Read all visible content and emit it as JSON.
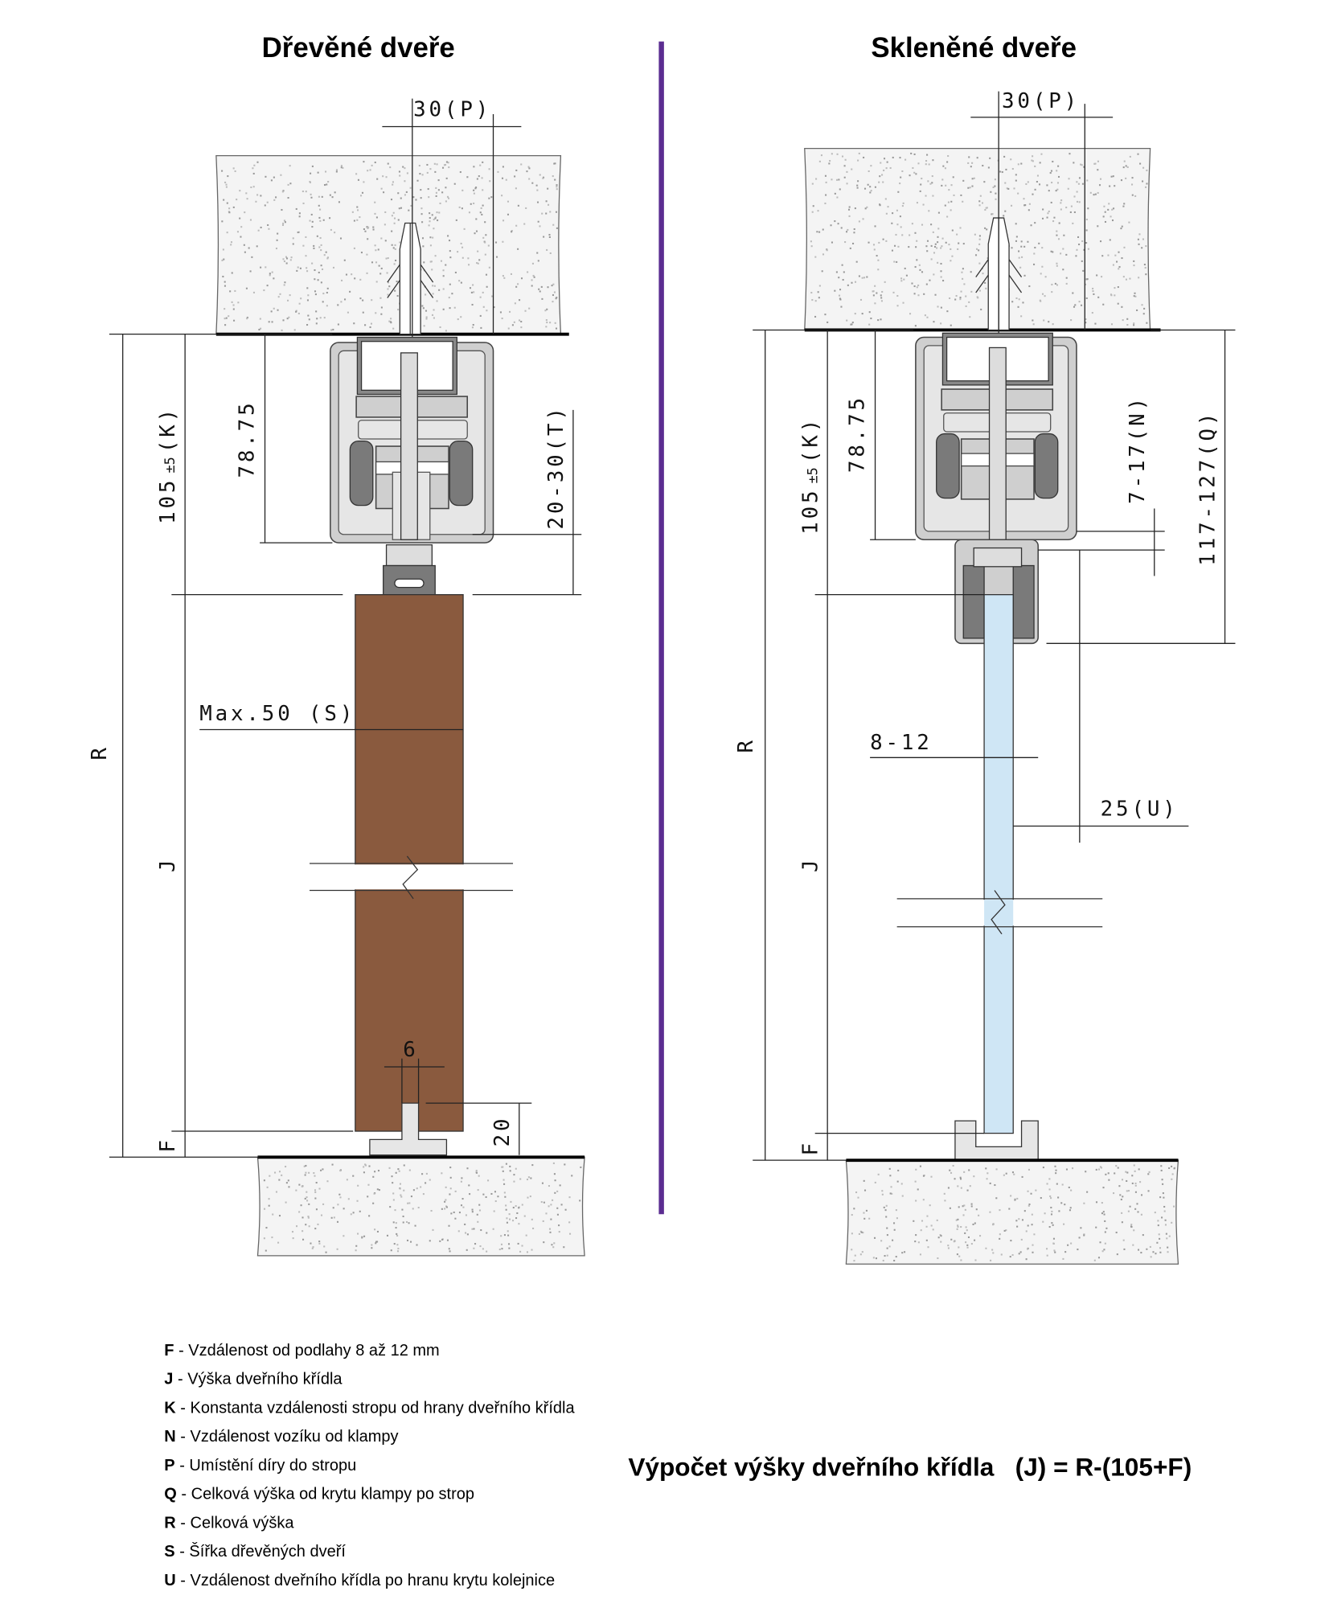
{
  "wood": {
    "title": "Dřevěné dveře",
    "dim_p": "30(P)",
    "dim_k_main": "105",
    "dim_k_tol": "±5",
    "dim_k_label": "(K)",
    "dim_7875": "78.75",
    "dim_t": "20-30(T)",
    "dim_s": "Max.50 (S)",
    "dim_r": "R",
    "dim_j": "J",
    "dim_f": "F",
    "dim_6": "6",
    "dim_20": "20",
    "door_color": "#8a5a3e"
  },
  "glass": {
    "title": "Skleněné dveře",
    "dim_p": "30(P)",
    "dim_k_main": "105",
    "dim_k_tol": "±5",
    "dim_k_label": "(K)",
    "dim_7875": "78.75",
    "dim_n": "7-17(N)",
    "dim_q": "117-127(Q)",
    "dim_812": "8-12",
    "dim_u": "25(U)",
    "dim_r": "R",
    "dim_j": "J",
    "dim_f": "F",
    "glass_color": "#cfe6f5"
  },
  "divider_color": "#5b2d91",
  "legend": [
    {
      "key": "F",
      "text": " - Vzdálenost od podlahy 8 až 12 mm"
    },
    {
      "key": "J",
      "text": " - Výška dveřního křídla"
    },
    {
      "key": "K",
      "text": " - Konstanta vzdálenosti stropu od hrany dveřního křídla"
    },
    {
      "key": "N",
      "text": " - Vzdálenost vozíku od klampy"
    },
    {
      "key": "P",
      "text": " - Umístění díry do stropu"
    },
    {
      "key": "Q",
      "text": " - Celková výška od krytu klampy po strop"
    },
    {
      "key": "R",
      "text": " - Celková výška"
    },
    {
      "key": "S",
      "text": " - Šířka dřevěných dveří"
    },
    {
      "key": "U",
      "text": " - Vzdálenost dveřního křídla po hranu krytu kolejnice"
    }
  ],
  "formula": "Výpočet výšky dveřního křídla   (J) = R-(105+F)"
}
